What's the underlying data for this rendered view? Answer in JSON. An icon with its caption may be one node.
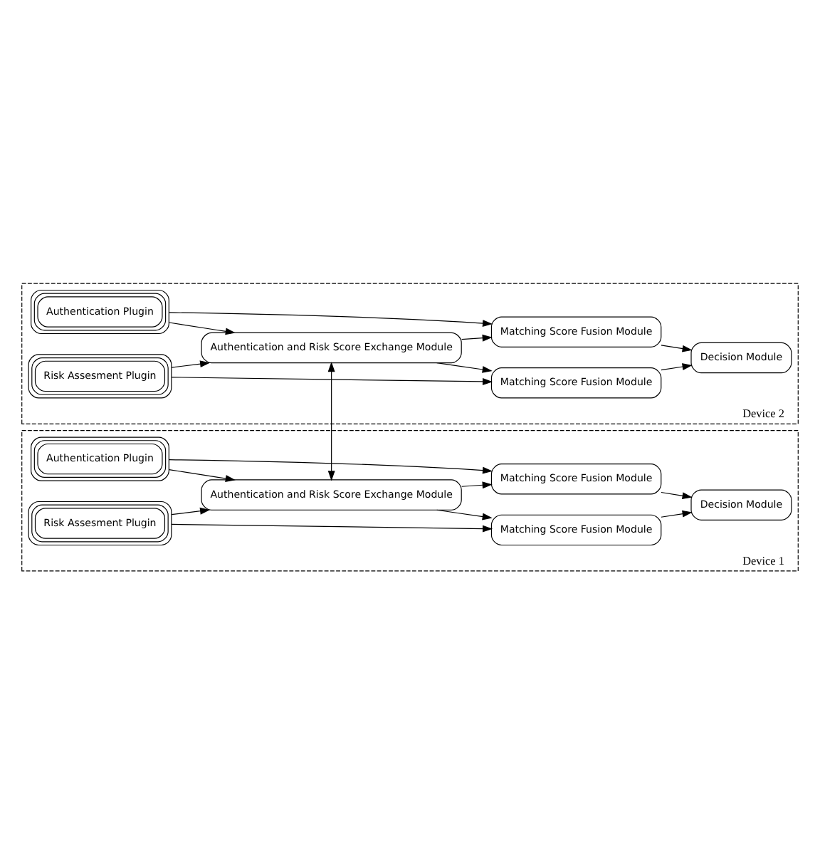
{
  "diagram": {
    "nodes": [
      {
        "text": [
          "Device 1"
        ]
      },
      {
        "text": [
          "Authentication Plugin"
        ],
        "in": 0
      },
      {
        "text": [
          "Matching Score Fusion Module"
        ],
        "in": 0
      },
      {
        "text": [
          "Authentication and Risk Score Exchange Module"
        ],
        "in": 0
      },
      {
        "text": [
          "Decision Module"
        ],
        "in": 0
      },
      {
        "text": [
          "Risk Assesment Plugin"
        ],
        "in": 0
      },
      {
        "text": [
          "Matching Score Fusion Module"
        ],
        "in": 0
      },
      {
        "text": [
          "Device 2"
        ]
      },
      {
        "text": [
          "Authentication Plugin"
        ],
        "in": 7
      },
      {
        "text": [
          "Matching Score Fusion Module"
        ],
        "in": 7
      },
      {
        "text": [
          "Authentication and Risk Score Exchange Module"
        ],
        "in": 7
      },
      {
        "text": [
          "Decision Module"
        ],
        "in": 7
      },
      {
        "text": [
          "Risk Assesment Plugin"
        ],
        "in": 7
      },
      {
        "text": [
          "Matching Score Fusion Module"
        ],
        "in": 7
      }
    ],
    "edges": [
      {
        "from": 1,
        "to": 2,
        "arrow": "to"
      },
      {
        "from": 1,
        "to": 3,
        "arrow": "to"
      },
      {
        "from": 3,
        "to": 2,
        "arrow": "to"
      },
      {
        "from": 3,
        "to": 6,
        "arrow": "to"
      },
      {
        "from": 5,
        "to": 3,
        "arrow": "to"
      },
      {
        "from": 5,
        "to": 6,
        "arrow": "to"
      },
      {
        "from": 2,
        "to": 4,
        "arrow": "to"
      },
      {
        "from": 6,
        "to": 4,
        "arrow": "to"
      },
      {
        "from": 8,
        "to": 9,
        "arrow": "to"
      },
      {
        "from": 8,
        "to": 10,
        "arrow": "to"
      },
      {
        "from": 10,
        "to": 9,
        "arrow": "to"
      },
      {
        "from": 10,
        "to": 13,
        "arrow": "to"
      },
      {
        "from": 12,
        "to": 10,
        "arrow": "to"
      },
      {
        "from": 12,
        "to": 13,
        "arrow": "to"
      },
      {
        "from": 9,
        "to": 11,
        "arrow": "to"
      },
      {
        "from": 13,
        "to": 11,
        "arrow": "to"
      },
      {
        "from": 3,
        "to": 10,
        "arrow": "both"
      }
    ]
  }
}
